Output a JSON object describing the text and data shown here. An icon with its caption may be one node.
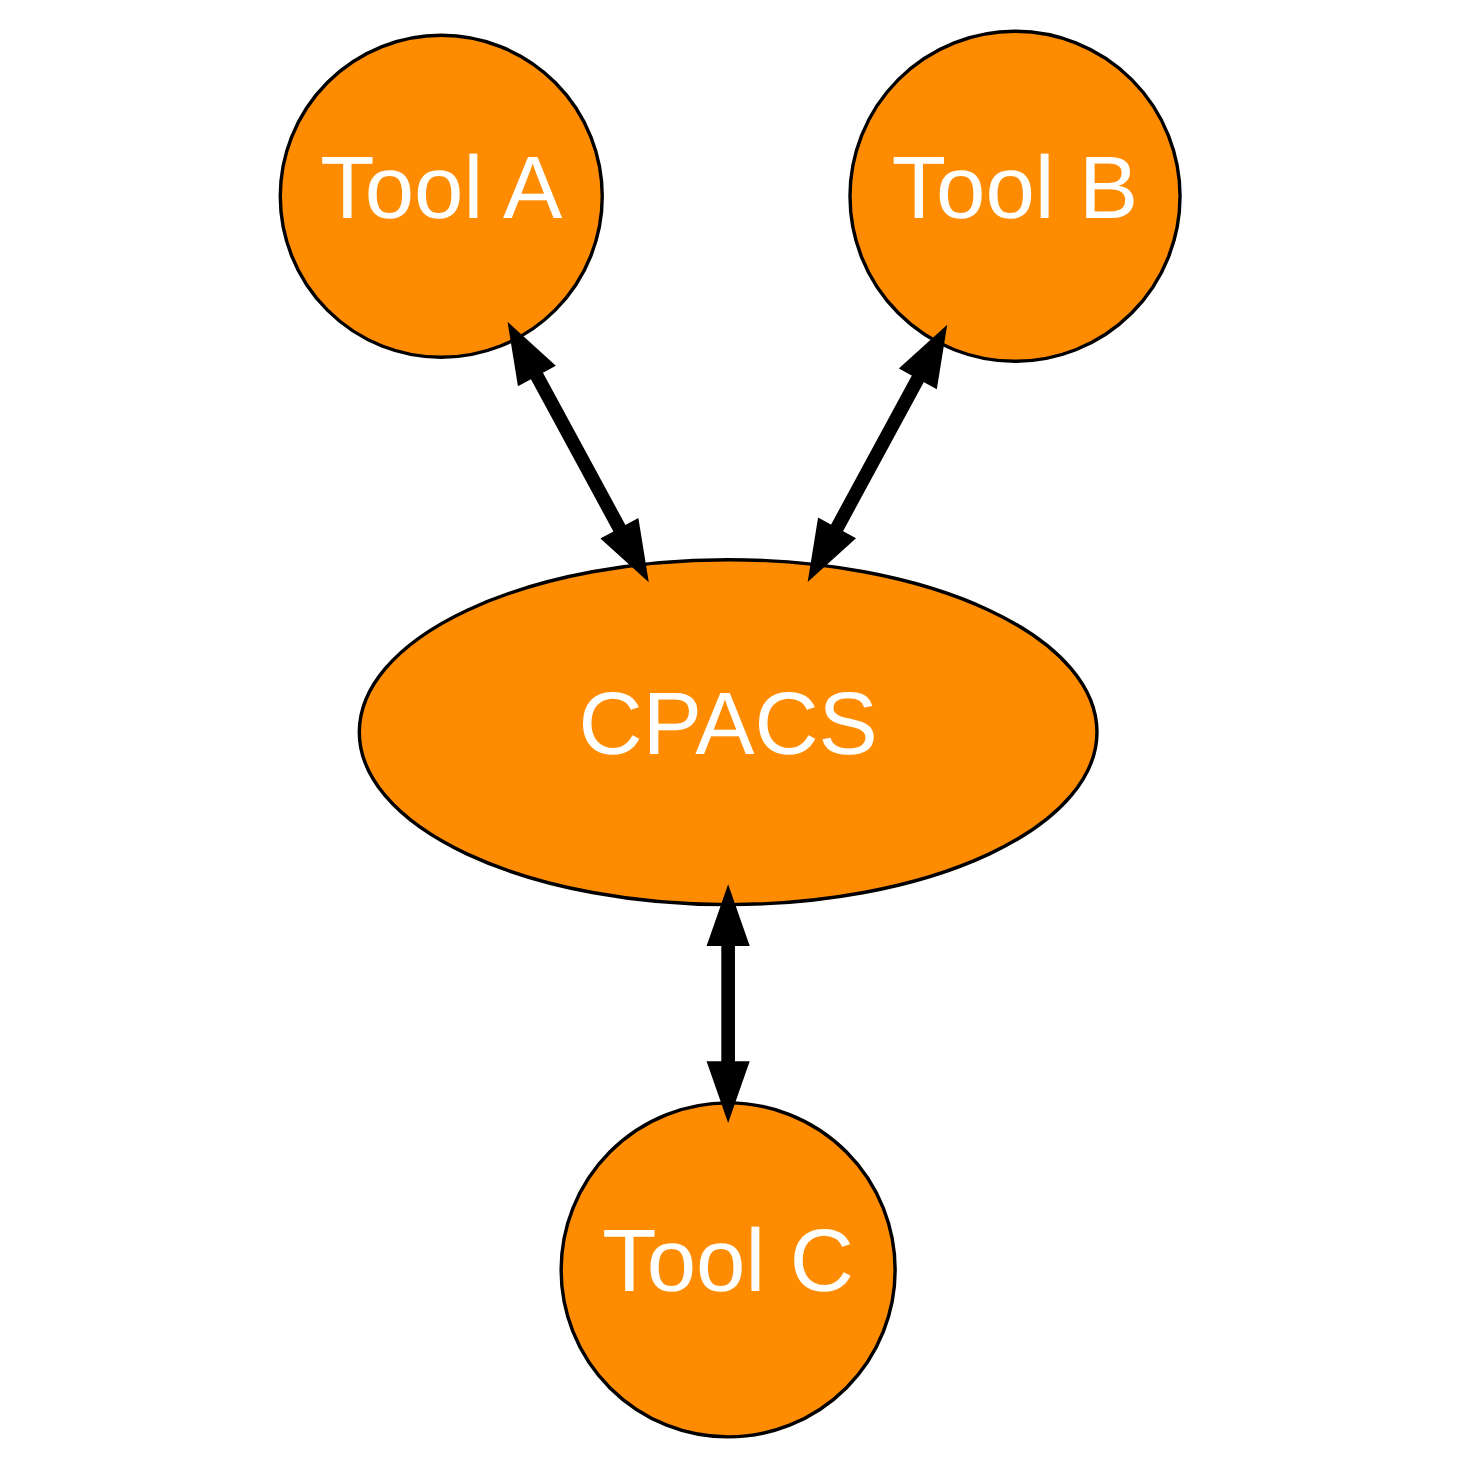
{
  "diagram": {
    "nodes": [
      {
        "text": [
          "Tool A"
        ]
      },
      {
        "text": [
          "Tool B"
        ]
      },
      {
        "text": [
          "CPACS"
        ]
      },
      {
        "text": [
          "Tool C"
        ]
      }
    ],
    "edges": [
      {
        "from": 0,
        "to": 2,
        "arrow": "both"
      },
      {
        "from": 1,
        "to": 2,
        "arrow": "both"
      },
      {
        "from": 2,
        "to": 3,
        "arrow": "both"
      }
    ]
  }
}
